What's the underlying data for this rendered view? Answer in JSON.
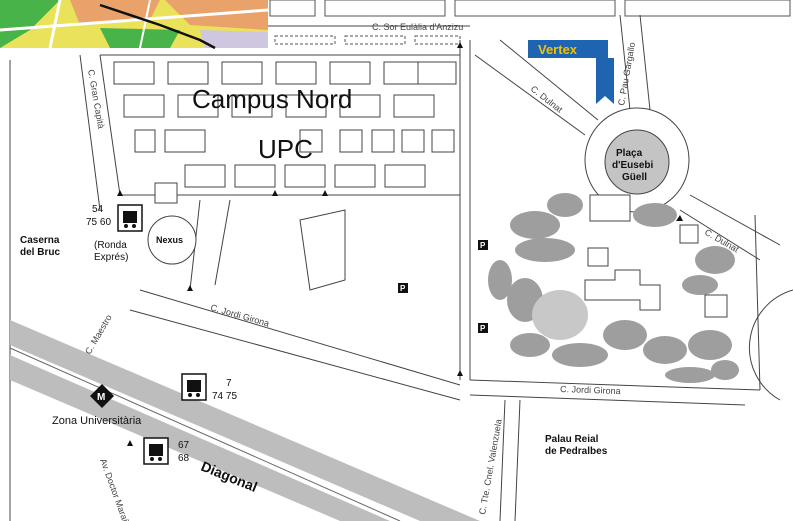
{
  "title_main": "Campus Nord",
  "title_sub": "UPC",
  "brand": {
    "label": "Vertex",
    "color": "#f2c200",
    "panel": "#1f64b0"
  },
  "places": {
    "placa_line1": "Plaça",
    "placa_line2": "d'Eusebi",
    "placa_line3": "Güell",
    "caserna_line1": "Caserna",
    "caserna_line2": "del Bruc",
    "nexus": "Nexus",
    "palau_line1": "Palau Reial",
    "palau_line2": "de Pedralbes",
    "zona": "Zona Universitària",
    "diagonal": "Diagonal"
  },
  "streets": {
    "sor_eulalia": "C. Sor Eulàlia d'Anzizu",
    "gran_capita": "C. Gran Capità",
    "dulnat_top": "C. Dulnat",
    "pau_gargallo": "C. Pau Gargallo",
    "jordi_girona_mid": "C. Jordi Girona",
    "jordi_girona_low": "C. Jordi Girona",
    "dulnat_right": "C. Dulnat",
    "maestro": "C. Maestro",
    "tte_valenzuela": "C. Tte. Cnel. Valenzuela",
    "doctor_maranon": "Av. Doctor Marañón"
  },
  "transit": {
    "bus1_lines_a": "54",
    "bus1_lines_b": "75 60",
    "bus1_note_a": "(Ronda",
    "bus1_note_b": "Exprés)",
    "bus2_lines_a": "7",
    "bus2_lines_b": "74 75",
    "bus3_lines_a": "67",
    "bus3_lines_b": "68",
    "metro": "M"
  },
  "parking": "P",
  "colors": {
    "road_gray": "#bdbdbd",
    "park_gray": "#9e9e9e",
    "inset_yellow": "#e9e25a",
    "inset_green": "#48b348",
    "inset_orange": "#e8a26a"
  }
}
